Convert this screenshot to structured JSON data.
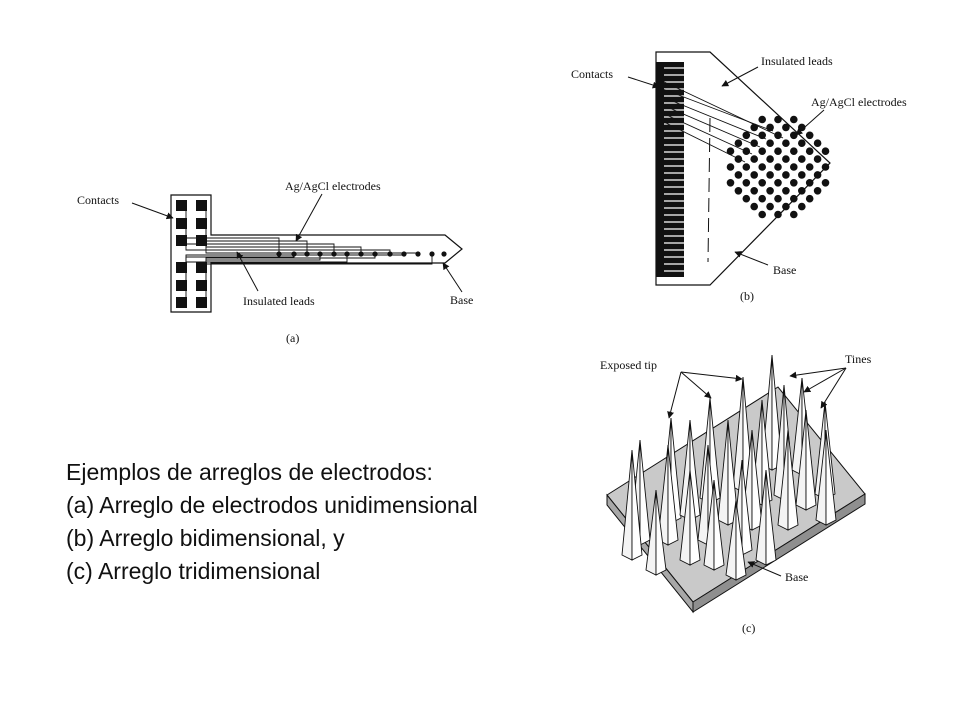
{
  "figure": {
    "a": {
      "contacts": "Contacts",
      "electrodes": "Ag/AgCl electrodes",
      "leads": "Insulated leads",
      "base": "Base",
      "sublabel": "(a)"
    },
    "b": {
      "contacts": "Contacts",
      "leads": "Insulated leads",
      "electrodes": "Ag/AgCl electrodes",
      "base": "Base",
      "sublabel": "(b)"
    },
    "c": {
      "exposed_tip": "Exposed tip",
      "tines": "Tines",
      "base": "Base",
      "sublabel": "(c)"
    }
  },
  "caption": {
    "line1": "Ejemplos de arreglos de electrodos:",
    "line2": "(a) Arreglo de electrodos unidimensional",
    "line3": "(b) Arreglo bidimensional, y",
    "line4": "(c) Arreglo tridimensional"
  }
}
